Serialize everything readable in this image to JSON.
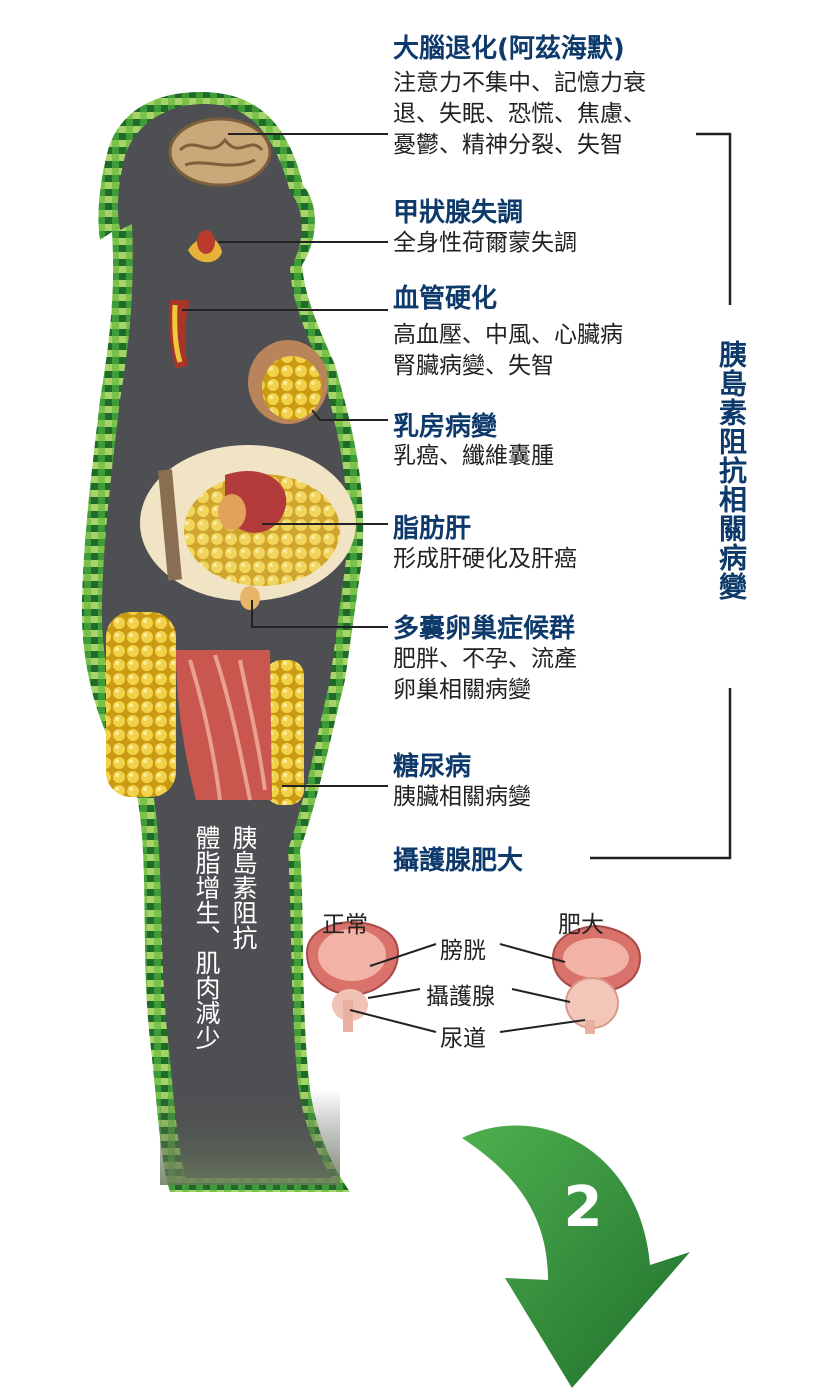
{
  "annotations": [
    {
      "title": "大腦退化(阿茲海默)",
      "lines": [
        "注意力不集中、記憶力衰",
        "退、失眠、恐慌、焦慮、",
        "憂鬱、精神分裂、失智"
      ]
    },
    {
      "title": "甲狀腺失調",
      "lines": [
        "全身性荷爾蒙失調"
      ]
    },
    {
      "title": "血管硬化",
      "lines": [
        "高血壓、中風、心臟病",
        "腎臟病變、失智"
      ]
    },
    {
      "title": "乳房病變",
      "lines": [
        "乳癌、纖維囊腫"
      ]
    },
    {
      "title": "脂肪肝",
      "lines": [
        "形成肝硬化及肝癌"
      ]
    },
    {
      "title": "多囊卵巢症候群",
      "lines": [
        "肥胖、不孕、流產",
        "卵巢相關病變"
      ]
    },
    {
      "title": "糖尿病",
      "lines": [
        "胰臟相關病變"
      ]
    },
    {
      "title": "攝護腺肥大",
      "lines": []
    }
  ],
  "side_label": "胰島素阻抗相關病變",
  "body_label": {
    "line1": "胰島素阻抗",
    "line2": "體脂增生、肌肉減少"
  },
  "prostate": {
    "normal": "正常",
    "enlarged": "肥大",
    "parts": [
      "膀胱",
      "攝護腺",
      "尿道"
    ]
  },
  "step_number": "2",
  "colors": {
    "title": "#0e3a6b",
    "silhouette": "#4e4f52",
    "green": "#2d8a3e",
    "arrow": "#2f8f3a",
    "fat": "#e9c53a",
    "muscle": "#c9574d"
  }
}
